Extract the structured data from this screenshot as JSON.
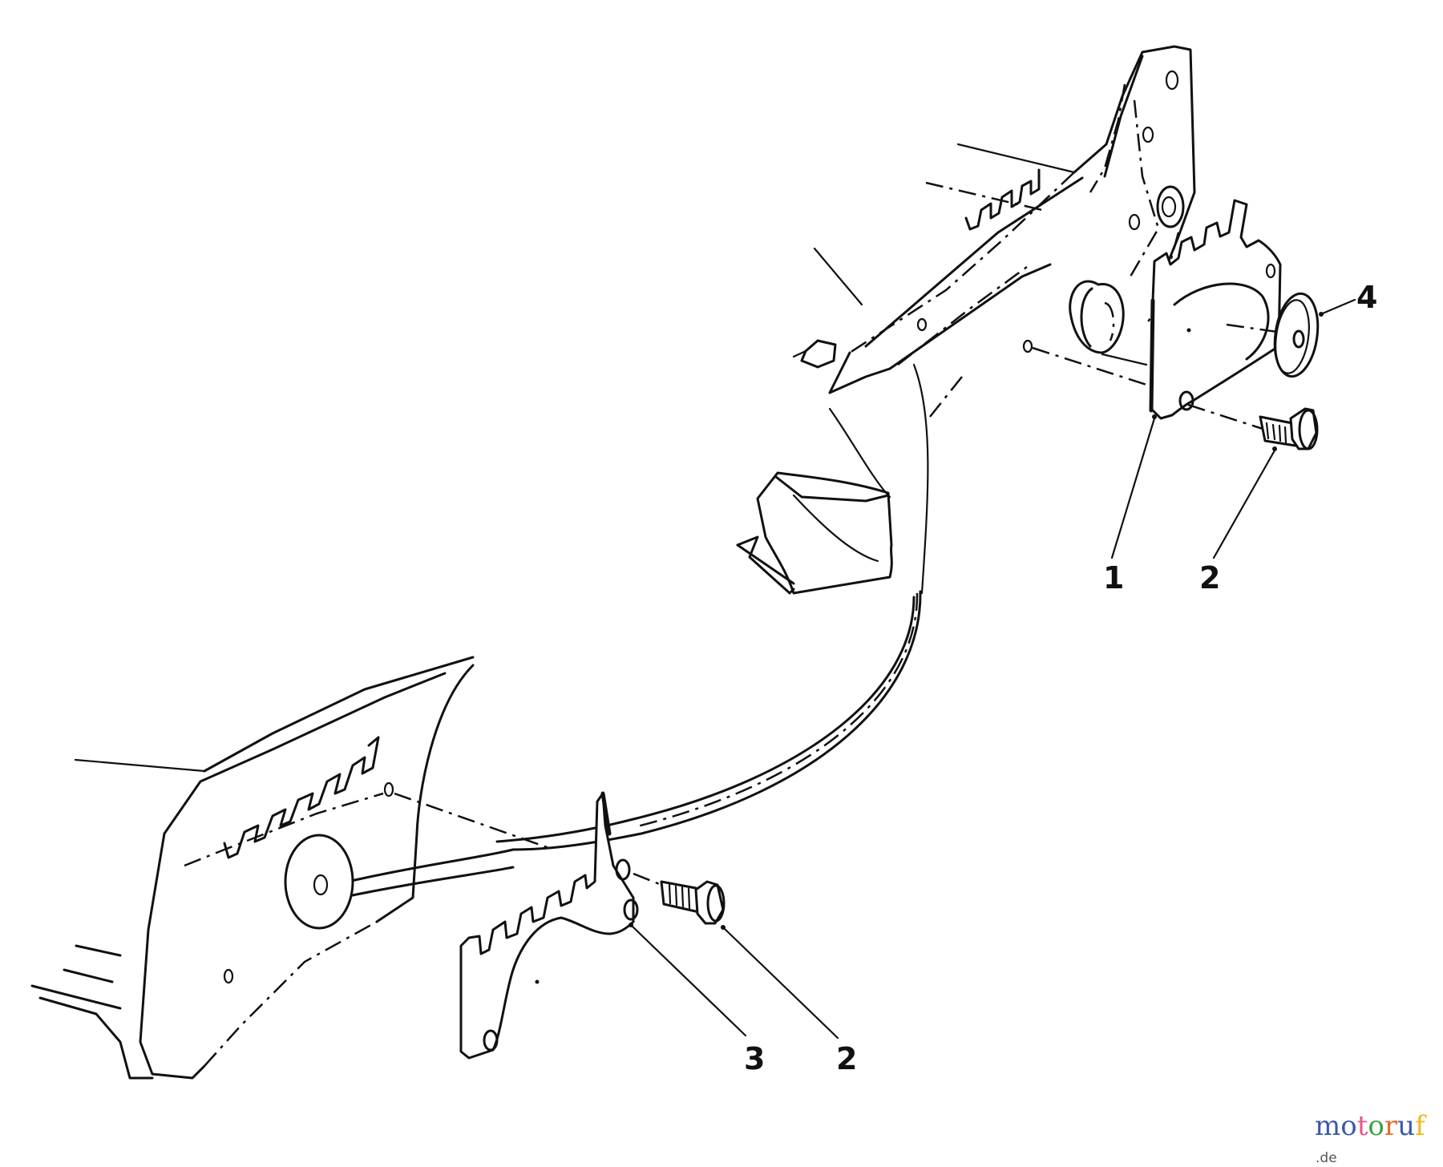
{
  "diagram": {
    "type": "exploded-parts-diagram",
    "description": "Lawn mower rear wheel height-adjuster brackets with handle and frame",
    "callouts": [
      {
        "id": "callout-1-upper",
        "label": "1",
        "part": "adjuster plate (upper/right)"
      },
      {
        "id": "callout-2-upper",
        "label": "2",
        "part": "bolt (upper/right)"
      },
      {
        "id": "callout-4",
        "label": "4",
        "part": "washer"
      },
      {
        "id": "callout-3",
        "label": "3",
        "part": "adjuster plate (lower/left)"
      },
      {
        "id": "callout-2-lower",
        "label": "2",
        "part": "bolt (lower/left)"
      }
    ]
  },
  "labels": {
    "c1": "1",
    "c2a": "2",
    "c4": "4",
    "c3": "3",
    "c2b": "2"
  },
  "watermark": {
    "letters": [
      "m",
      "o",
      "t",
      "o",
      "r",
      "u",
      "f"
    ],
    "colors": [
      "#3b5aa8",
      "#3b5aa8",
      "#e2588f",
      "#3aa346",
      "#e36a2a",
      "#3b5aa8",
      "#f0b81c"
    ],
    "tld": ".de"
  }
}
